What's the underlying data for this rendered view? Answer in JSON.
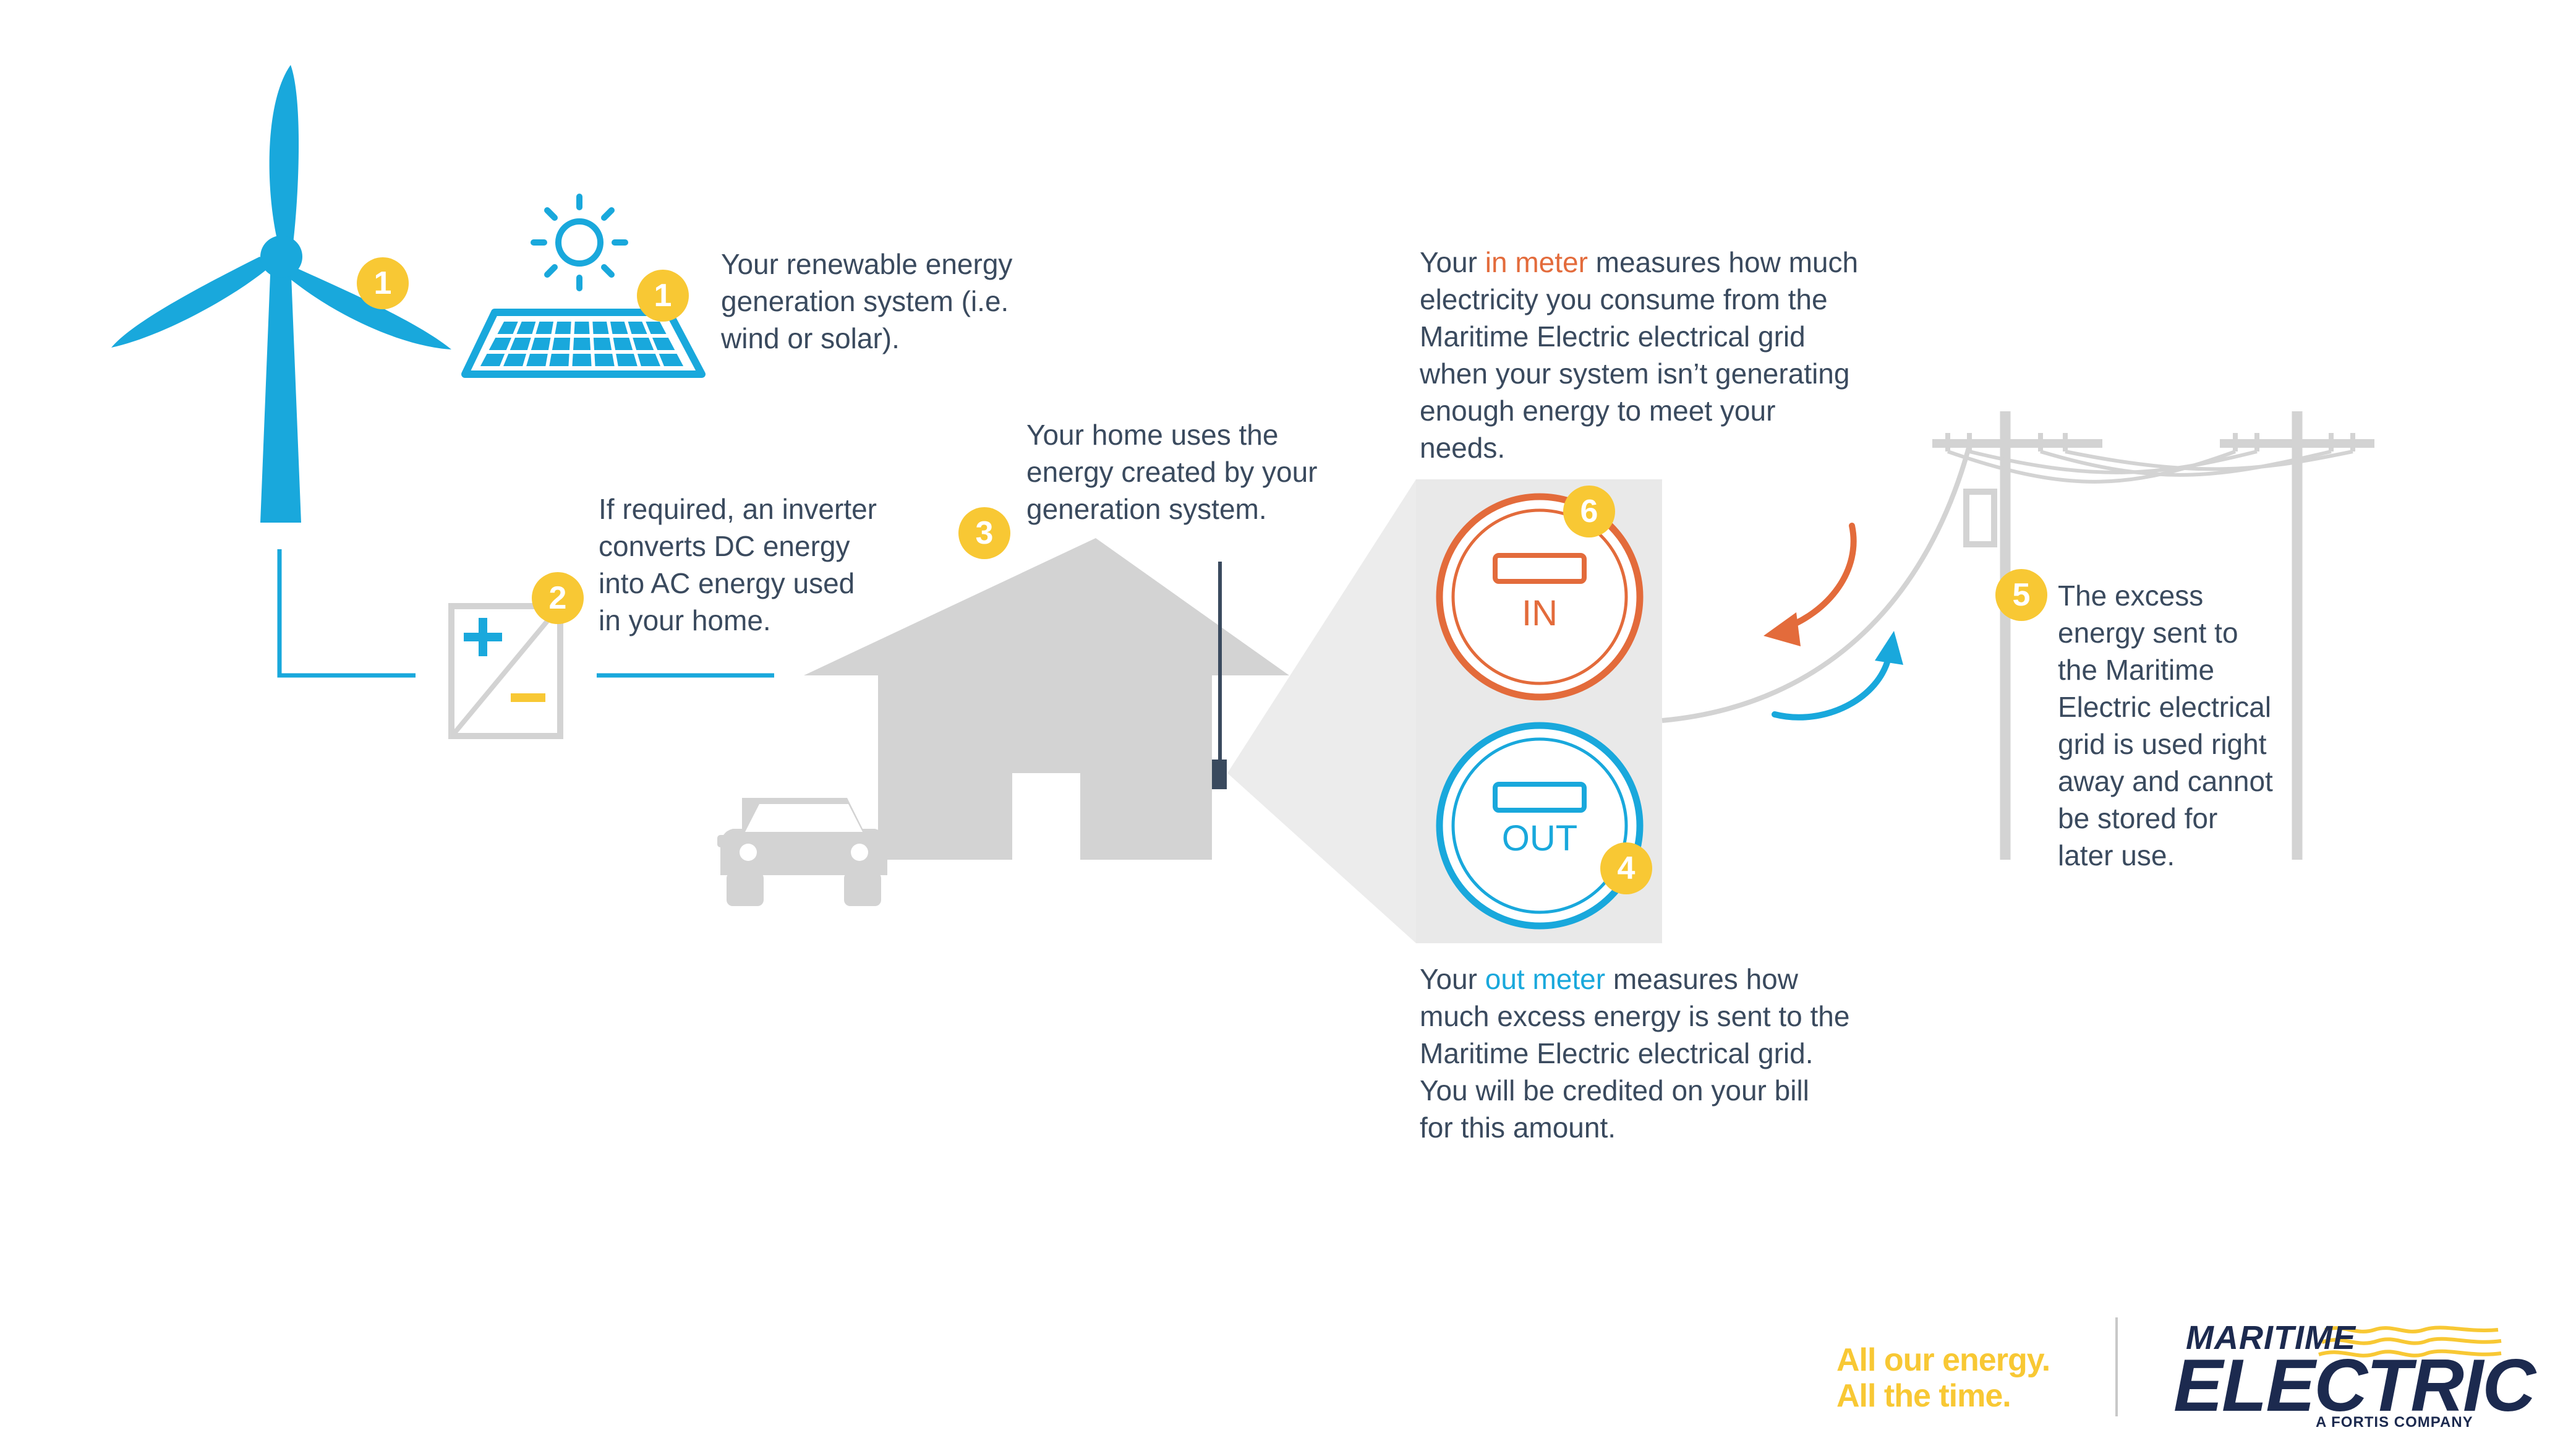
{
  "steps": {
    "badge1": "1",
    "badge2": "2",
    "badge3": "3",
    "badge4": "4",
    "badge5": "5",
    "badge6": "6"
  },
  "text_generation": [
    "Your renewable energy",
    "generation system (i.e.",
    "wind or solar)."
  ],
  "text_inverter": [
    "If required, an inverter",
    "converts DC energy",
    "into AC energy used",
    "in your home."
  ],
  "text_home": [
    "Your home uses the",
    "energy created by your",
    "generation system."
  ],
  "text_in_meter": {
    "pre": "Your ",
    "highlight": "in meter",
    "post": " measures how much",
    "rest": [
      "electricity you consume from the",
      "Maritime Electric electrical grid",
      "when your system isn’t generating",
      "enough energy to meet your",
      "needs."
    ]
  },
  "text_out_meter": {
    "pre": "Your ",
    "highlight": "out meter",
    "post": " measures how",
    "rest": [
      "much excess energy is sent to the",
      "Maritime Electric electrical grid.",
      "You will be credited on your bill",
      "for this amount."
    ]
  },
  "text_grid": [
    "The excess",
    "energy sent to",
    "the Maritime",
    "Electric electrical",
    "grid is used right",
    "away and cannot",
    "be stored for",
    "later use."
  ],
  "meters": {
    "in_label": "IN",
    "out_label": "OUT"
  },
  "footer": {
    "tagline_line1": "All our energy.",
    "tagline_line2": "All the time.",
    "brand_top": "MARITIME",
    "brand_main": "ELECTRIC",
    "brand_sub": "A FORTIS COMPANY"
  },
  "colors": {
    "blue": "#19a8dc",
    "orange": "#e36b3b",
    "yellow": "#f8c834",
    "gray": "#d3d3d3",
    "navy": "#1c2a4f",
    "text": "#3a4a5e"
  },
  "icons": [
    "wind-turbine-icon",
    "sun-icon",
    "solar-panel-icon",
    "inverter-icon",
    "house-icon",
    "car-icon",
    "meter-in-icon",
    "meter-out-icon",
    "power-pole-icon",
    "arrow-to-home-icon",
    "arrow-to-grid-icon"
  ]
}
